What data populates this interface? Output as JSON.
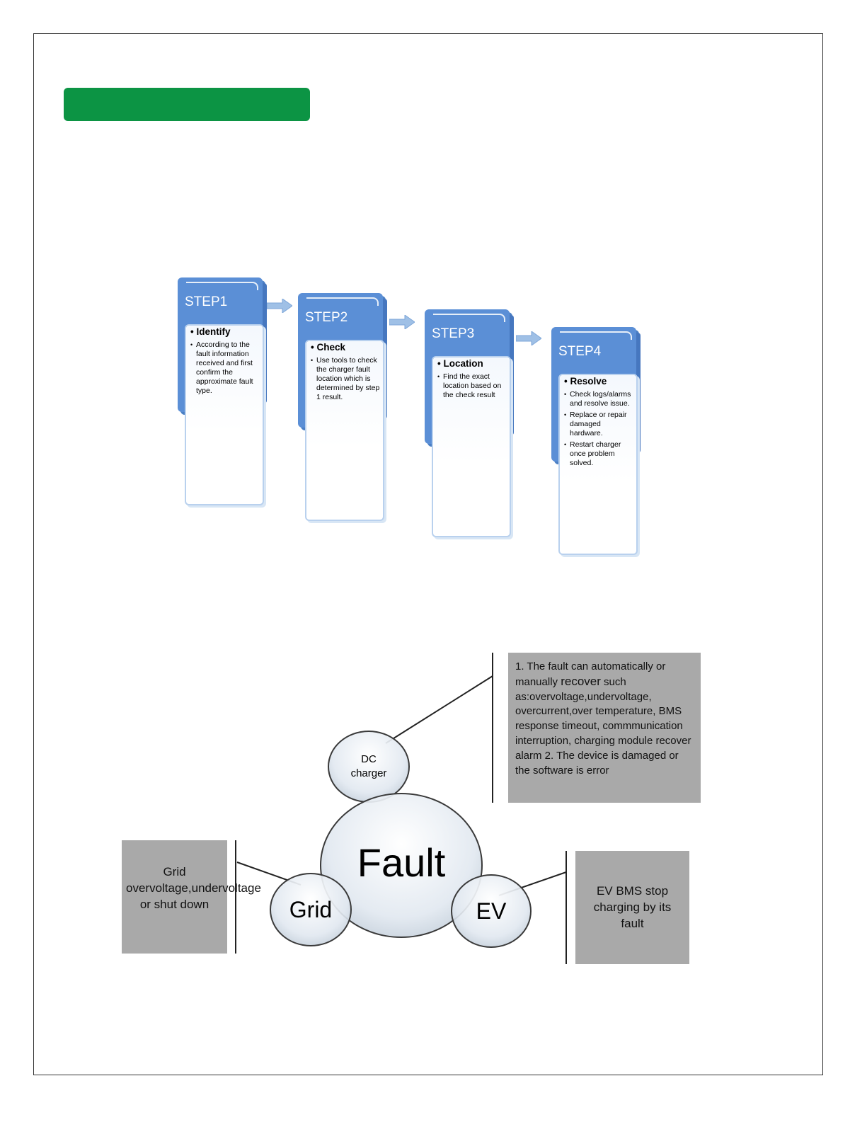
{
  "steps": [
    {
      "label": "STEP1",
      "title": "Identify",
      "items": [
        "According to the fault information received and first confirm the approximate fault type."
      ]
    },
    {
      "label": "STEP2",
      "title": "Check",
      "items": [
        "Use tools to check the charger fault location which is determined by step 1 result."
      ]
    },
    {
      "label": "STEP3",
      "title": "Location",
      "items": [
        "Find the exact location based on the check result"
      ]
    },
    {
      "label": "STEP4",
      "title": "Resolve",
      "items": [
        "Check logs/alarms and resolve issue.",
        "Replace or repair damaged hardware.",
        "Restart charger once problem solved."
      ]
    }
  ],
  "fault_diagram": {
    "center": "Fault",
    "dc_bubble": "DC charger",
    "grid_bubble": "Grid",
    "ev_bubble": "EV",
    "dc_note": {
      "prefix": "1. The fault can automatically or manually ",
      "emphasis": "recover",
      "suffix": "    such as:overvoltage,undervoltage, overcurrent,over temperature, BMS response timeout, commmunication interruption, charging module recover alarm 2. The device is damaged or the software is error"
    },
    "grid_note": "Grid overvoltage,undervoltage or shut down",
    "ev_note": "EV BMS stop charging by its fault"
  },
  "colors": {
    "header_bar": "#0c9444",
    "step_blue": "#5b8fd6",
    "note_gray": "#a9a9a9"
  }
}
